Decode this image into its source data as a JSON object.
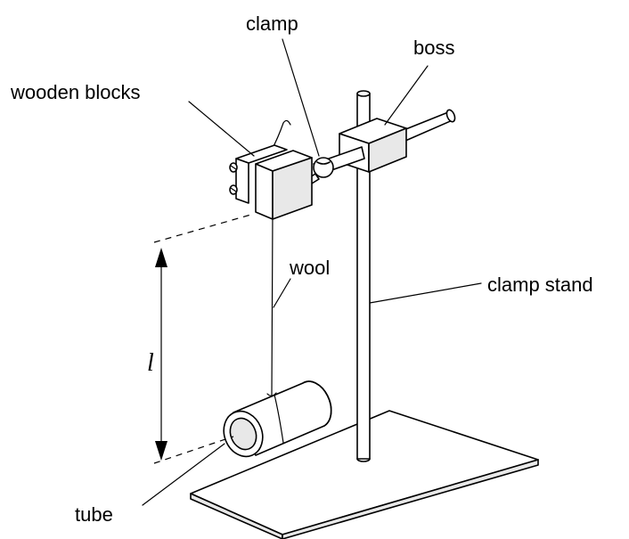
{
  "labels": {
    "clamp": "clamp",
    "boss": "boss",
    "wooden_blocks": "wooden blocks",
    "wool": "wool",
    "clamp_stand": "clamp stand",
    "length_symbol": "l",
    "tube": "tube"
  }
}
